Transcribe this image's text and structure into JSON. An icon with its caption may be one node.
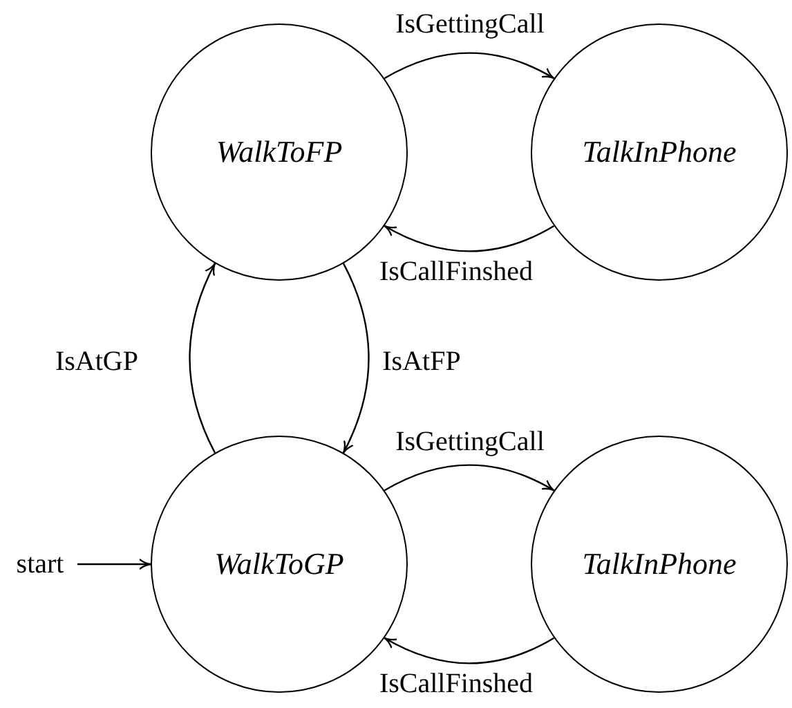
{
  "diagram": {
    "nodes": [
      {
        "text": [
          "WalkToFP"
        ]
      },
      {
        "text": [
          "TalkInPhone"
        ]
      },
      {
        "text": [
          "WalkToGP"
        ]
      },
      {
        "text": [
          "TalkInPhone"
        ]
      },
      {
        "text": [
          "start"
        ]
      }
    ],
    "edges": [
      {
        "from": 0,
        "to": 1,
        "arrow": "to",
        "label": "IsGettingCall"
      },
      {
        "from": 1,
        "to": 0,
        "arrow": "to",
        "label": "IsCallFinshed"
      },
      {
        "from": 0,
        "to": 2,
        "arrow": "to",
        "label": "IsAtFP"
      },
      {
        "from": 2,
        "to": 0,
        "arrow": "to",
        "label": "IsAtGP"
      },
      {
        "from": 2,
        "to": 3,
        "arrow": "to",
        "label": "IsGettingCall"
      },
      {
        "from": 3,
        "to": 2,
        "arrow": "to",
        "label": "IsCallFinshed"
      },
      {
        "from": 4,
        "to": 2,
        "arrow": "to"
      }
    ]
  }
}
